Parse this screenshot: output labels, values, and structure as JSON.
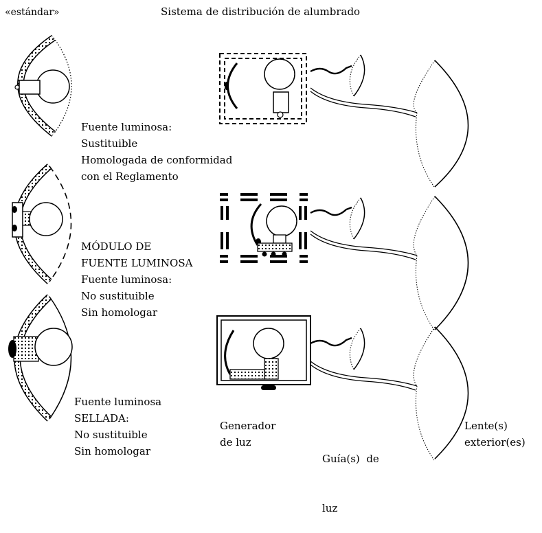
{
  "header": {
    "standard_label": "«estándar»",
    "title": "Sistema de distribución de alumbrado"
  },
  "left_labels": {
    "replaceable": [
      "Fuente luminosa:",
      "Sustituible",
      "Homologada de conformidad",
      "con el Reglamento"
    ],
    "module": [
      "MÓDULO DE",
      "FUENTE LUMINOSA",
      "Fuente luminosa:",
      "No sustituible",
      "Sin homologar"
    ],
    "sealed": [
      "Fuente luminosa",
      "SELLADA:",
      "No sustituible",
      "Sin homologar"
    ]
  },
  "columns": {
    "generator": [
      "Generador",
      "de luz"
    ],
    "guide": [
      "Guía(s)  de",
      "luz"
    ],
    "lens": [
      "Lente(s)",
      "exterior(es)"
    ]
  }
}
